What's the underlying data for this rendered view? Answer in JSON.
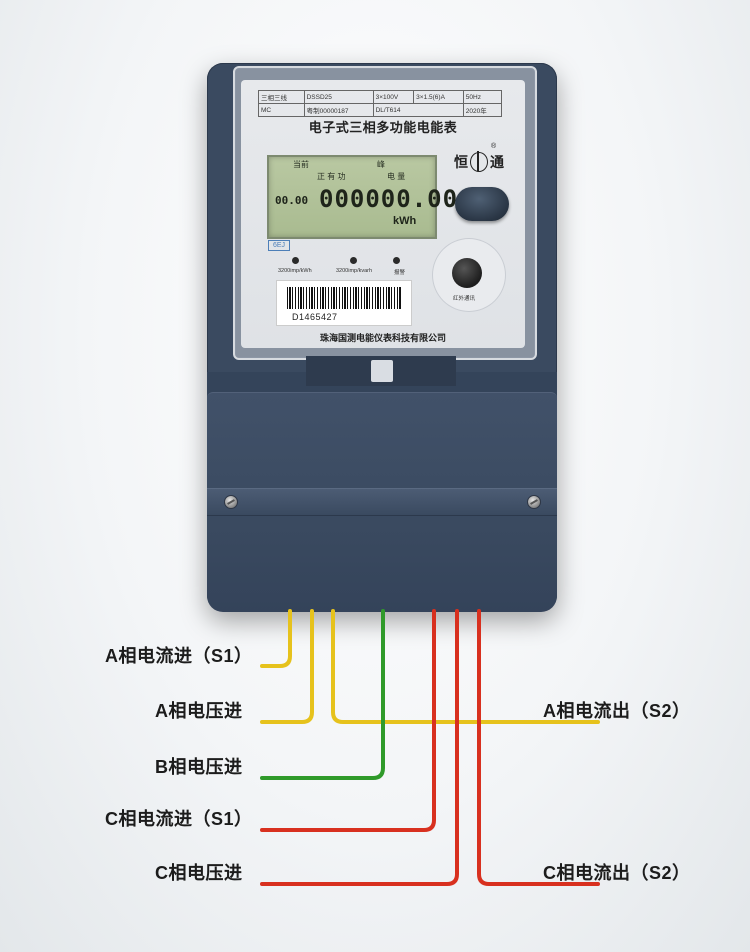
{
  "meter": {
    "spec_row1": [
      "三相三线",
      "DSSD25",
      "3×100V",
      "3×1.5(6)A",
      "50Hz"
    ],
    "spec_row2": [
      "MC",
      "粤制00000187",
      "DL/T614",
      "2020年"
    ],
    "title": "电子式三相多功能电能表",
    "brand_left": "恒",
    "brand_right": "通",
    "brand_reg": "®",
    "lcd": {
      "current": "当前",
      "peak": "峰",
      "line2": "正 有 功",
      "line2b": "电   量",
      "small_reading": "00.00",
      "big_reading": "000000.00",
      "unit": "kWh"
    },
    "tag": "6EJ",
    "pulse_active": "3200imp/kWh",
    "pulse_reactive": "3200imp/kvarh",
    "alarm": "报警",
    "ir_label": "红外通讯",
    "serial": "D1465427",
    "maker": "珠海国测电能仪表科技有限公司"
  },
  "labels": {
    "a_current_in": "A相电流进（S1）",
    "a_voltage_in": "A相电压进",
    "b_voltage_in": "B相电压进",
    "c_current_in": "C相电流进（S1）",
    "c_voltage_in": "C相电压进",
    "a_current_out": "A相电流出（S2）",
    "c_current_out": "C相电流出（S2）"
  },
  "colors": {
    "yellow_wire": "#e6c21c",
    "green_wire": "#2f9a2a",
    "red_wire": "#d8301f",
    "meter_body": "#3a4a60"
  }
}
